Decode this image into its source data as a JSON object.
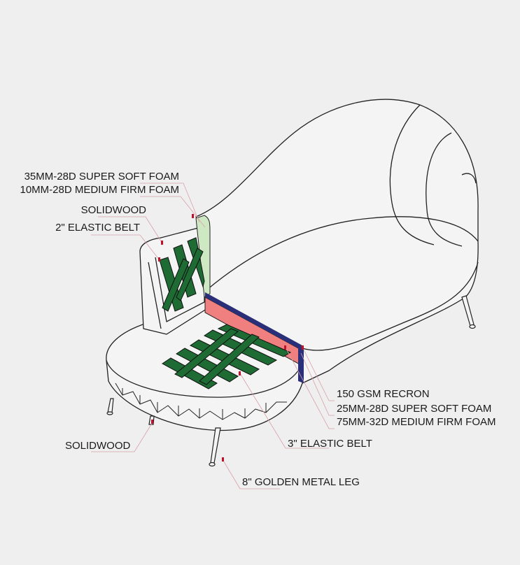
{
  "labels": {
    "foam_back_soft": "35MM-28D SUPER SOFT FOAM",
    "foam_back_firm": "10MM-28D MEDIUM FIRM FOAM",
    "back_solidwood": "SOLIDWOOD",
    "back_belt": "2\" ELASTIC BELT",
    "recron": "150 GSM RECRON",
    "seat_soft": "25MM-28D SUPER SOFT FOAM",
    "seat_firm": "75MM-32D MEDIUM FIRM FOAM",
    "seat_belt": "3\" ELASTIC BELT",
    "base_solidwood": "SOLIDWOOD",
    "leg": "8\" GOLDEN METAL LEG"
  },
  "colors": {
    "background": "#efefef",
    "belt": "#1e6b34",
    "firm_foam": "#f08080",
    "recron": "#2a2f7a",
    "back_foam": "#cfe8c4",
    "leader": "#d9a0a8",
    "marker": "#c0102a"
  }
}
